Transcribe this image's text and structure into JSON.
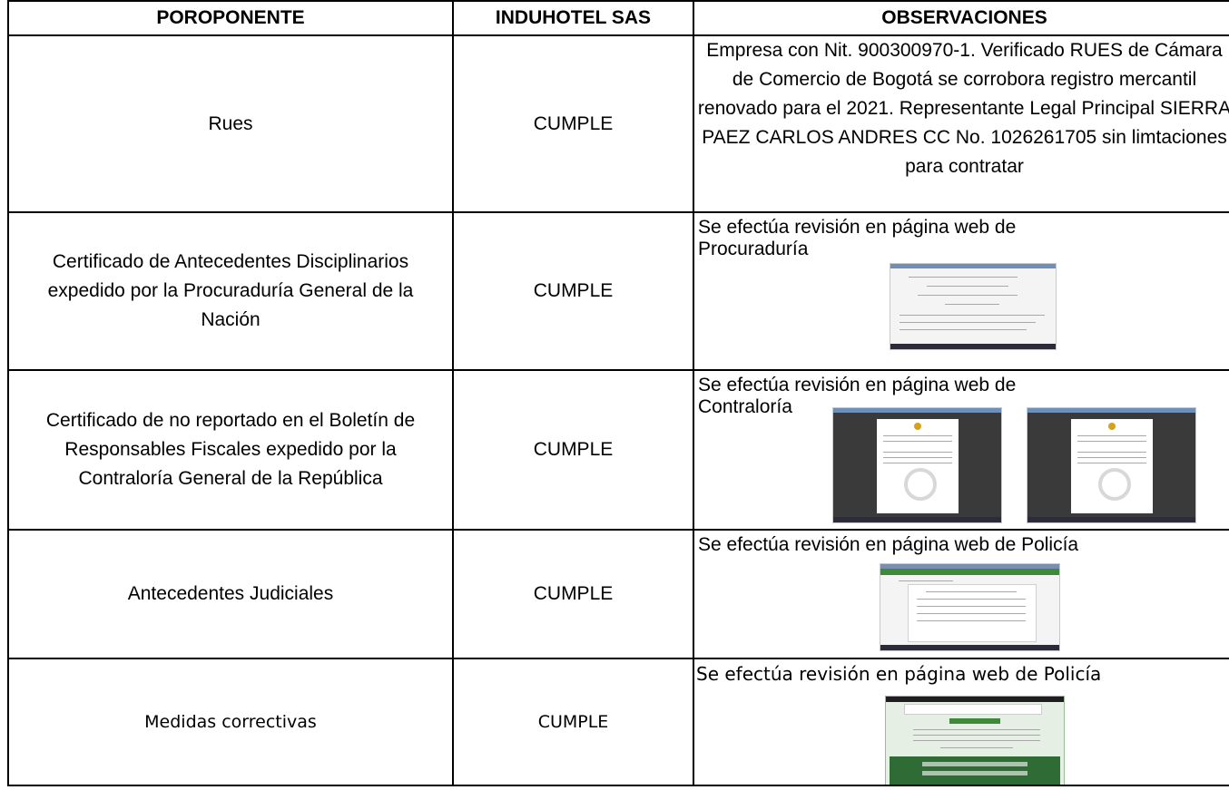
{
  "headers": {
    "col1": "POROPONENTE",
    "col2": "INDUHOTEL SAS",
    "col3": "OBSERVACIONES"
  },
  "rows": [
    {
      "requirement": "Rues",
      "status": "CUMPLE",
      "observation": "Empresa con Nit. 900300970-1. Verificado RUES de Cámara de Comercio de Bogotá se corrobora registro mercantil renovado para el 2021. Representante Legal Principal SIERRA PAEZ CARLOS ANDRES CC No.  1026261705 sin limtaciones para contratar"
    },
    {
      "requirement": "Certificado de Antecedentes Disciplinarios expedido por la Procuraduría General de la Nación",
      "status": "CUMPLE",
      "observation_line1": " Se efectúa revisión en página web de",
      "observation_line2": "Procuraduría"
    },
    {
      "requirement": " Certificado de no reportado en el Boletín de Responsables Fiscales expedido por la Contraloría General de la República",
      "status": "CUMPLE",
      "observation_line1": " Se efectúa revisión en página web de",
      "observation_line2": "Contraloría"
    },
    {
      "requirement": "Antecedentes Judiciales",
      "status": "CUMPLE",
      "observation": " Se efectúa revisión en página web de Policía"
    },
    {
      "requirement": "Medidas correctivas",
      "status": "CUMPLE",
      "observation": "Se efectúa revisión en página web de Policía"
    }
  ]
}
